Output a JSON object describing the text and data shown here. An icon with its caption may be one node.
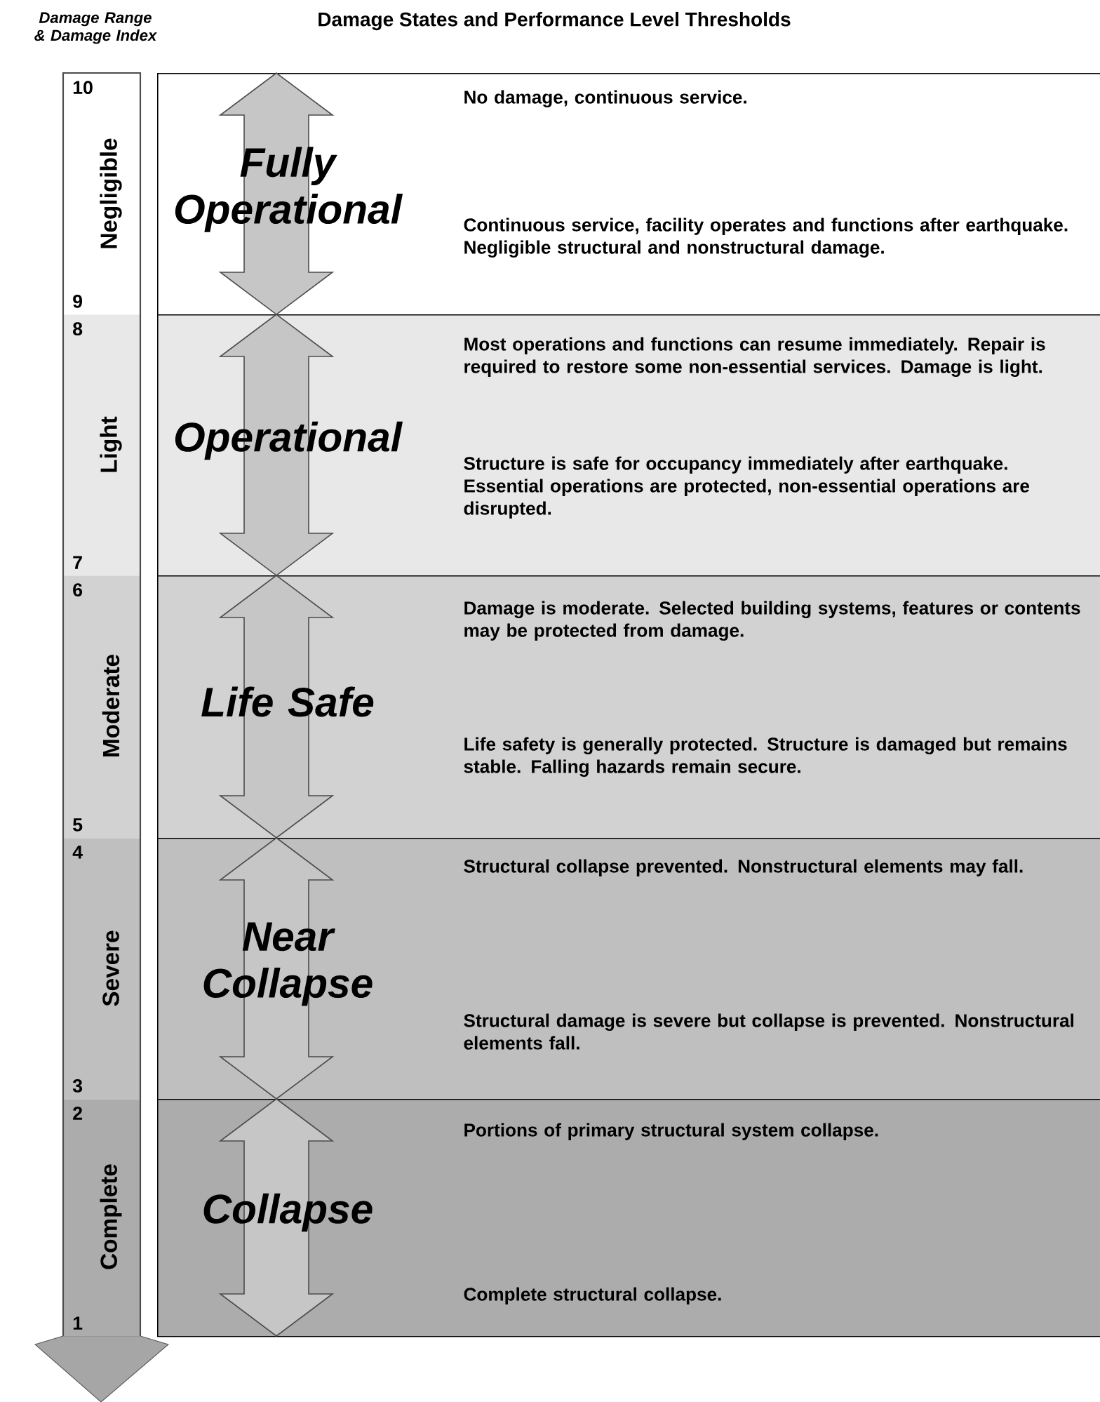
{
  "diagram": {
    "title": "Damage States and Performance Level Thresholds",
    "nodes": [
      {
        "text": [
          "10",
          "Negligible",
          "9"
        ]
      },
      {
        "text": [
          "8",
          "Light",
          "7"
        ]
      },
      {
        "text": [
          "6",
          "Moderate",
          "5"
        ]
      },
      {
        "text": [
          "4",
          "Severe",
          "3"
        ]
      },
      {
        "text": [
          "2",
          "Complete",
          "1"
        ]
      },
      {
        "text": [
          "Fully Operational",
          "No damage, continuous service.",
          "Continuous service, facility operates and functions after earthquake.  Negligible structural and nonstructural damage."
        ]
      },
      {
        "text": [
          "Operational",
          "Most operations and functions can resume immediately.  Repair is required to restore some non-essential services.  Damage is light.",
          "Structure is safe for occupancy immediately after earthquake.  Essential operations are protected, non-essential operations are disrupted."
        ]
      },
      {
        "text": [
          "Life Safe",
          "Damage is moderate.  Selected building systems, features or contents may be protected from damage.",
          "Life safety is generally protected.  Structure is damaged but remains stable.  Falling hazards remain secure."
        ]
      },
      {
        "text": [
          "Near Collapse",
          "Structural collapse prevented.  Nonstructural elements may fall.",
          "Structural damage is severe but collapse is prevented.  Nonstructural elements fall."
        ]
      },
      {
        "text": [
          "Collapse",
          "Portions of primary structural system collapse.",
          "Complete structural collapse."
        ]
      }
    ],
    "labels": [
      "Damage Range & Damage Index"
    ]
  }
}
